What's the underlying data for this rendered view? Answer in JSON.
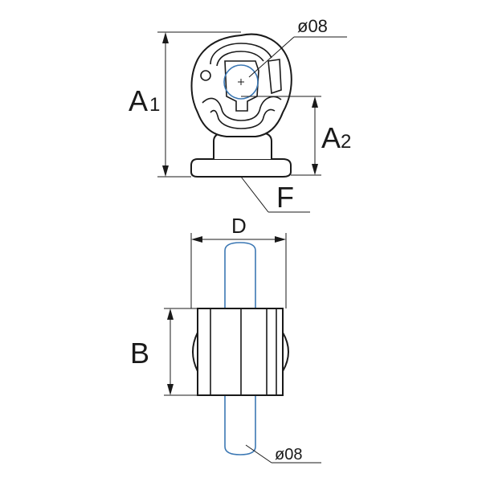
{
  "labels": {
    "a1_main": "A",
    "a1_sub": "1",
    "a2_main": "A",
    "a2_sub": "2",
    "f": "F",
    "d": "D",
    "b": "B",
    "dia_top": "ø08",
    "dia_bottom": "ø08"
  },
  "colors": {
    "line": "#1a1a1a",
    "pin_outline": "#3c78b4",
    "background": "#ffffff"
  }
}
